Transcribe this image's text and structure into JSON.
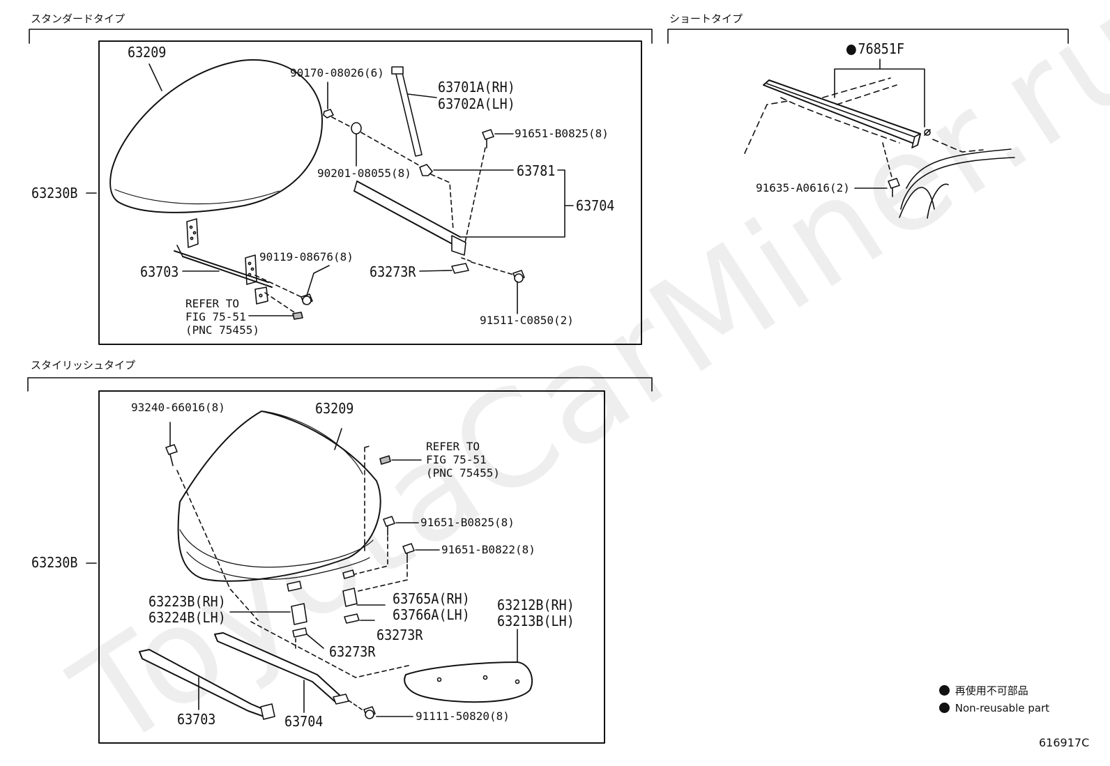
{
  "watermark": "ToyotaCarMiner.ru",
  "sections": {
    "standard": {
      "title": "スタンダードタイプ"
    },
    "short": {
      "title": "ショートタイプ"
    },
    "stylish": {
      "title": "スタイリッシュタイプ"
    }
  },
  "standard_labels": {
    "p63209": "63209",
    "p63230b": "63230B",
    "p90170": "90170-08026(6)",
    "p63701a": "63701A(RH)",
    "p63702a": "63702A(LH)",
    "p91651": "91651-B0825(8)",
    "p90201": "90201-08055(8)",
    "p63781": "63781",
    "p63704": "63704",
    "p63703": "63703",
    "p90119": "90119-08676(8)",
    "p63273r": "63273R",
    "ref1": "REFER TO",
    "ref2": "FIG 75-51",
    "ref3": "(PNC 75455)",
    "p91511": "91511-C0850(2)"
  },
  "short_labels": {
    "p76851f": "76851F",
    "p91635": "91635-A0616(2)"
  },
  "stylish_labels": {
    "p93240": "93240-66016(8)",
    "p63209": "63209",
    "ref1": "REFER TO",
    "ref2": "FIG 75-51",
    "ref3": "(PNC 75455)",
    "p91651a": "91651-B0825(8)",
    "p91651b": "91651-B0822(8)",
    "p63230b": "63230B",
    "p63765a": "63765A(RH)",
    "p63766a": "63766A(LH)",
    "p63223b": "63223B(RH)",
    "p63224b": "63224B(LH)",
    "p63212b": "63212B(RH)",
    "p63213b": "63213B(LH)",
    "p63273r_a": "63273R",
    "p63273r_b": "63273R",
    "p63703": "63703",
    "p63704": "63704",
    "p91111": "91111-50820(8)"
  },
  "legend": {
    "jp": "再使用不可部品",
    "en": "Non-reusable part"
  },
  "figure_id": "616917C"
}
